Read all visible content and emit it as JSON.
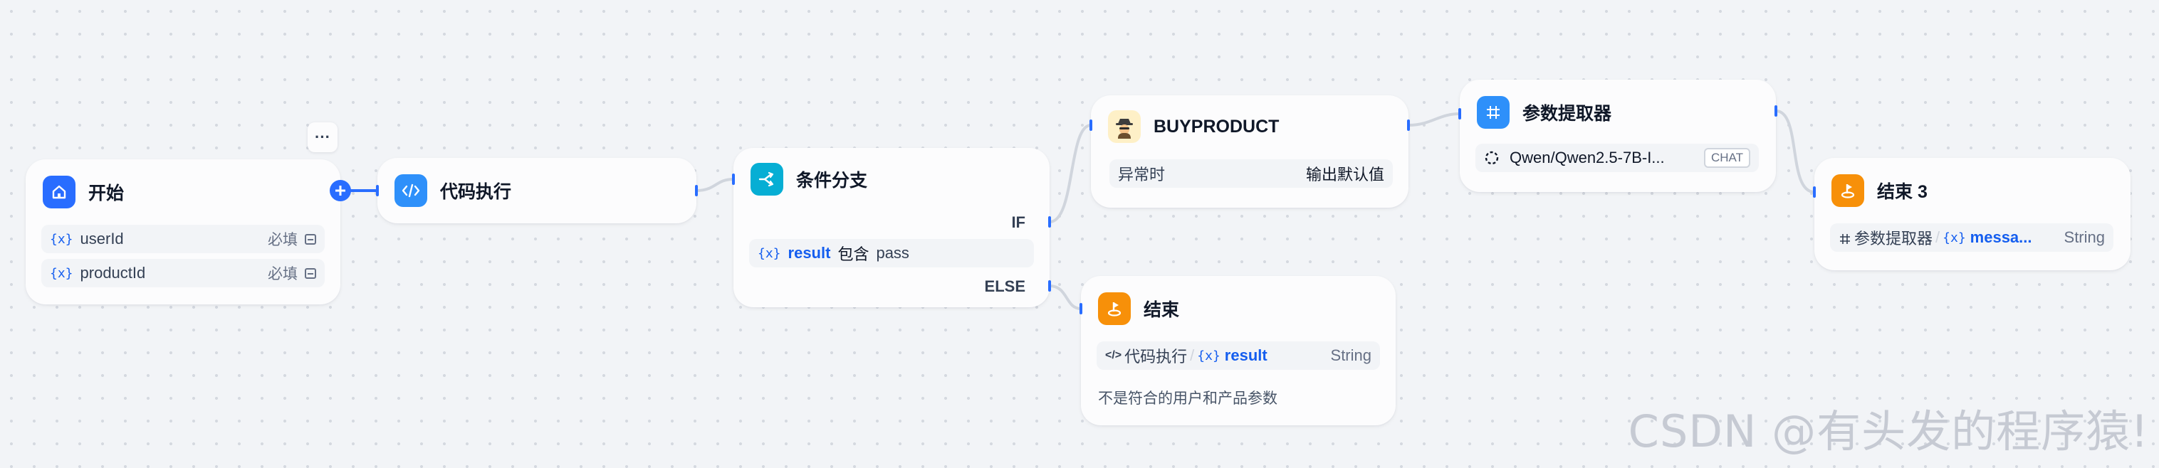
{
  "nodes": {
    "start": {
      "title": "开始",
      "vars": [
        {
          "name": "userId",
          "required": "必填"
        },
        {
          "name": "productId",
          "required": "必填"
        }
      ]
    },
    "code": {
      "title": "代码执行"
    },
    "branch": {
      "title": "条件分支",
      "if_label": "IF",
      "else_label": "ELSE",
      "condition": {
        "var_icon": "{x}",
        "variable": "result",
        "operator": "包含",
        "value": "pass"
      }
    },
    "buyproduct": {
      "title": "BUYPRODUCT",
      "exception_label": "异常时",
      "exception_value": "输出默认值"
    },
    "param_extractor": {
      "title": "参数提取器",
      "model": "Qwen/Qwen2.5-7B-I...",
      "model_badge": "CHAT"
    },
    "end": {
      "title": "结束",
      "output_source": "代码执行",
      "output_sep": "/",
      "output_var": "result",
      "output_type": "String",
      "description": "不是符合的用户和产品参数"
    },
    "end3": {
      "title": "结束 3",
      "output_source": "参数提取器",
      "output_sep": "/",
      "output_var": "messa...",
      "output_type": "String"
    }
  },
  "more_button": "···",
  "var_icon": "{x}",
  "watermark": "CSDN @有头发的程序猿!",
  "colors": {
    "accent": "#296dff",
    "start_icon": "#296dff",
    "code_icon": "#2e90fa",
    "branch_icon": "#06aed4",
    "end_icon": "#f79009",
    "extractor_icon": "#2e90fa",
    "edge": "#d0d5dd"
  },
  "icons": {
    "start": "home-icon",
    "code": "code-icon",
    "branch": "branch-icon",
    "buyproduct": "spy-avatar-icon",
    "extractor": "grid-icon",
    "end": "flag-icon"
  }
}
